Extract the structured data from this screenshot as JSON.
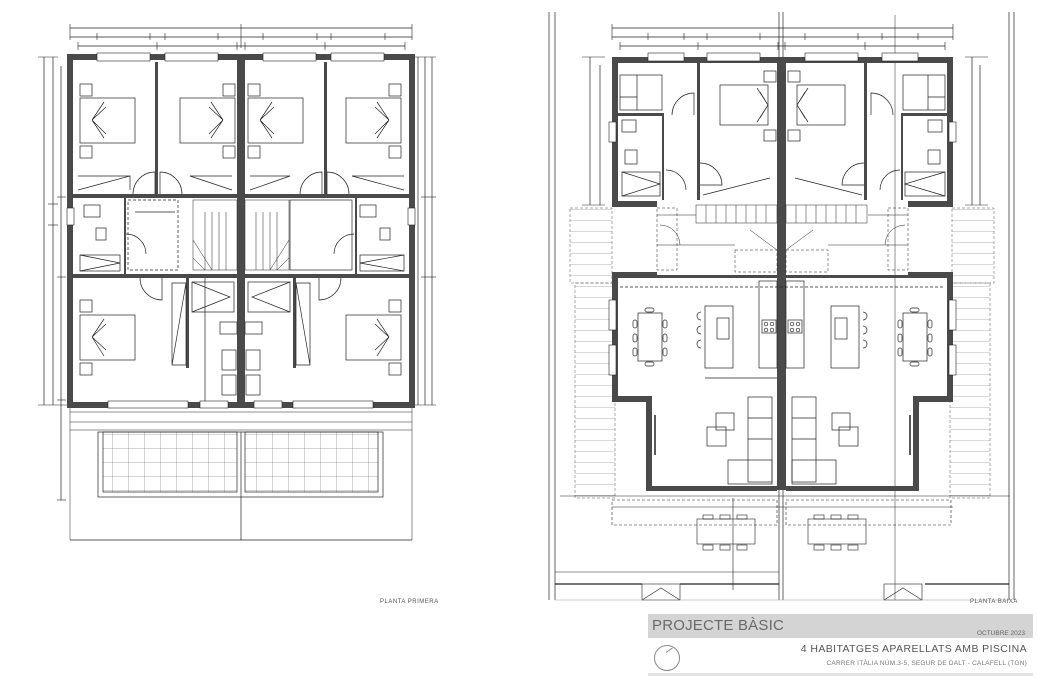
{
  "drawing": {
    "plans": [
      {
        "id": "first-floor",
        "label": "PLANTA PRIMERA"
      },
      {
        "id": "ground-floor",
        "label": "PLANTA BAIXA"
      }
    ]
  },
  "title_block": {
    "title": "PROJECTE BÀSIC",
    "date": "OCTUBRE 2023",
    "subtitle": "4 HABITATGES APARELLATS AMB PISCINA",
    "address": "CARRER ITÀLIA NÚM.3-5, SEGUR DE DALT - CALAFELL (TGN)",
    "icons": [
      "north-arrow-icon"
    ]
  },
  "colors": {
    "wall": "#4a4a4a",
    "line": "#222222",
    "title_bar": "#d4d4d4",
    "title_text": "#6a6a6a"
  }
}
